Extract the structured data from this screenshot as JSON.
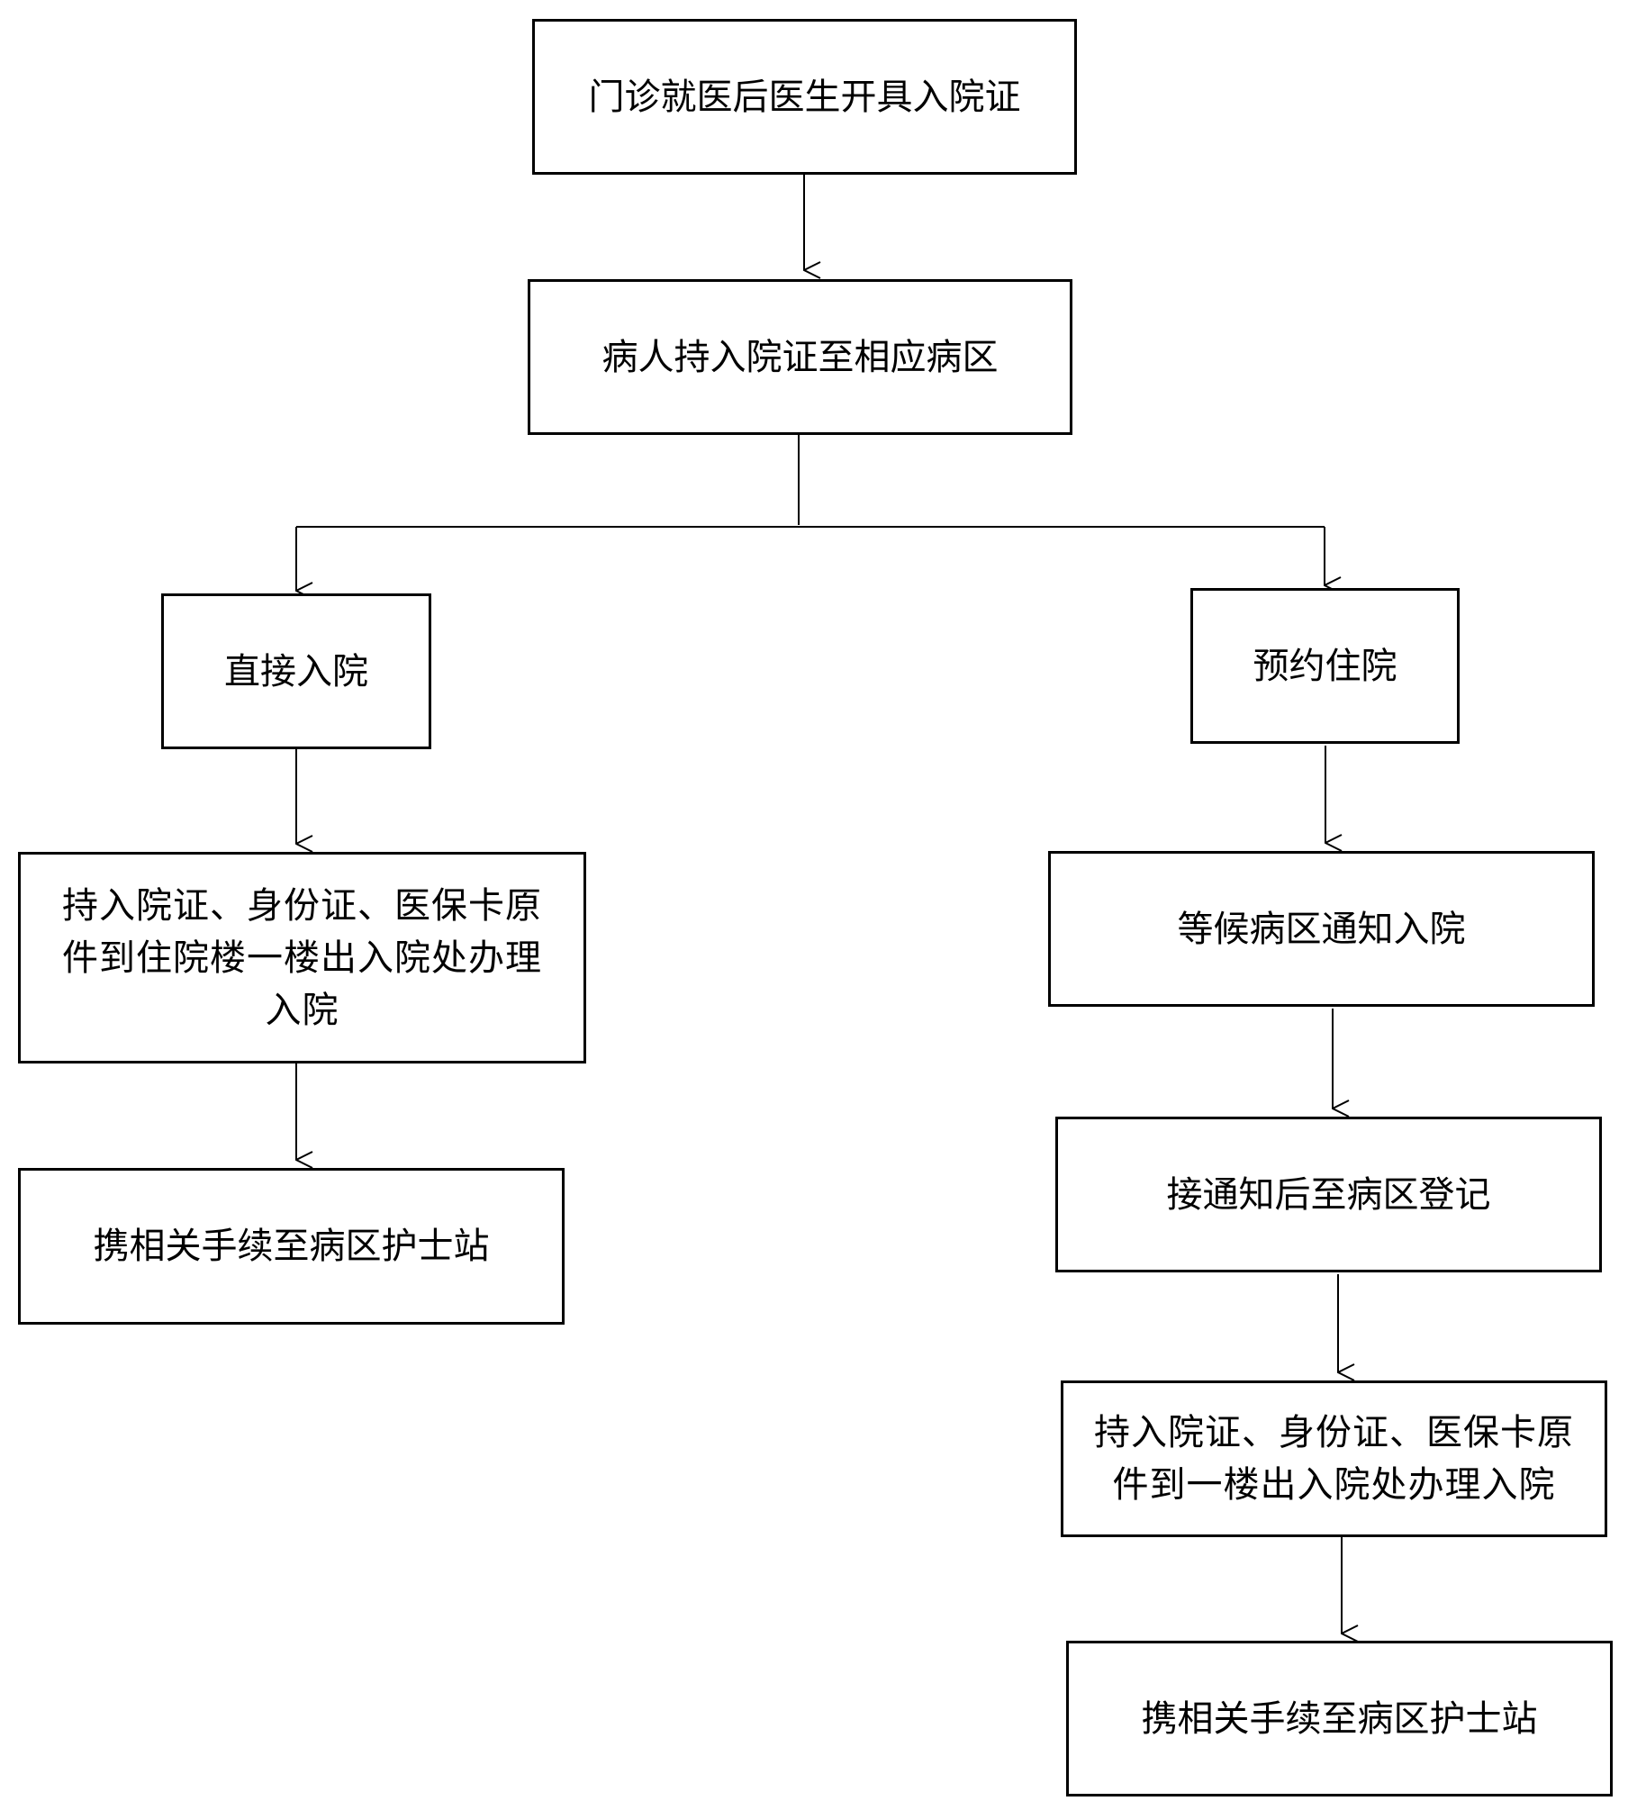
{
  "nodes": {
    "outpatient": "门诊就医后医生开具入院证",
    "to_ward": "病人持入院证至相应病区",
    "direct": "直接入院",
    "reserve": "预约住院",
    "direct_docs": "持入院证、身份证、医保卡原件到住院楼一楼出入院处办理入院",
    "direct_station": "携相关手续至病区护士站",
    "wait_notice": "等候病区通知入院",
    "register": "接通知后至病区登记",
    "reserve_docs": "持入院证、身份证、医保卡原件到一楼出入院处办理入院",
    "reserve_station": "携相关手续至病区护士站"
  }
}
